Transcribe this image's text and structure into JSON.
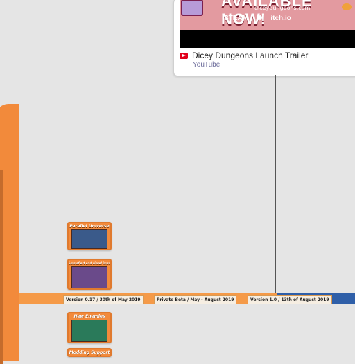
{
  "embed": {
    "thumbnail_headline": "AVAILABLE NOW!",
    "thumbnail_site": "diceydungeons.com",
    "platforms": [
      "STEAM",
      "itch.io"
    ],
    "title": "Dicey Dungeons Launch Trailer",
    "source": "YouTube"
  },
  "timeline": {
    "labels": [
      "Version 0.17 / 30th of May 2019",
      "Private Beta / May - August 2019",
      "Version 1.0 / 13th of August 2019"
    ],
    "colors": {
      "orange": "#f59a48",
      "blue": "#2f5fa8"
    }
  },
  "tiles": [
    {
      "title": "Parallel Universe"
    },
    {
      "title": "Lots of art and visual improvements"
    },
    {
      "title": "New Enemies"
    },
    {
      "title": "Modding Support"
    }
  ]
}
